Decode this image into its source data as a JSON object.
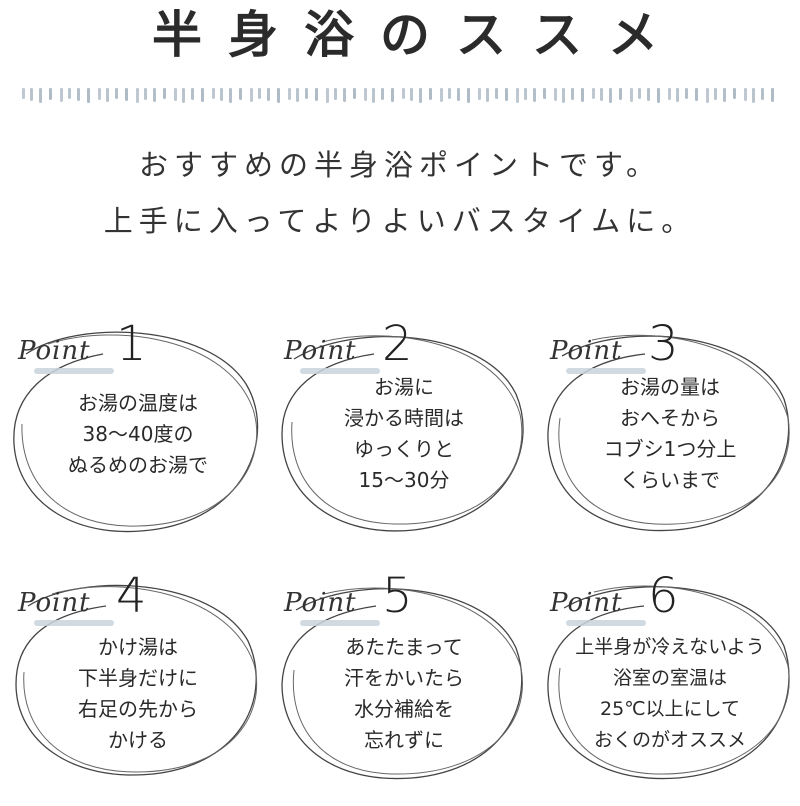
{
  "title": "半身浴のススメ",
  "intro": {
    "line1": "おすすめの半身浴ポイントです。",
    "line2": "上手に入ってよりよいバスタイムに。"
  },
  "colors": {
    "accent_dash": "#a9b6c2",
    "ink": "#2b2b2b",
    "point_bar": "#c9d3dc"
  },
  "points": [
    {
      "label": "Point",
      "number": "1",
      "lines": [
        "お湯の温度は",
        "38〜40度の",
        "ぬるめのお湯で"
      ]
    },
    {
      "label": "Point",
      "number": "2",
      "lines": [
        "お湯に",
        "浸かる時間は",
        "ゆっくりと",
        "15〜30分"
      ]
    },
    {
      "label": "Point",
      "number": "3",
      "lines": [
        "お湯の量は",
        "おへそから",
        "コブシ1つ分上",
        "くらいまで"
      ]
    },
    {
      "label": "Point",
      "number": "4",
      "lines": [
        "かけ湯は",
        "下半身だけに",
        "右足の先から",
        "かける"
      ]
    },
    {
      "label": "Point",
      "number": "5",
      "lines": [
        "あたたまって",
        "汗をかいたら",
        "水分補給を",
        "忘れずに"
      ]
    },
    {
      "label": "Point",
      "number": "6",
      "lines": [
        "上半身が冷えないよう",
        "浴室の室温は",
        "25℃以上にして",
        "おくのがオススメ"
      ]
    }
  ]
}
